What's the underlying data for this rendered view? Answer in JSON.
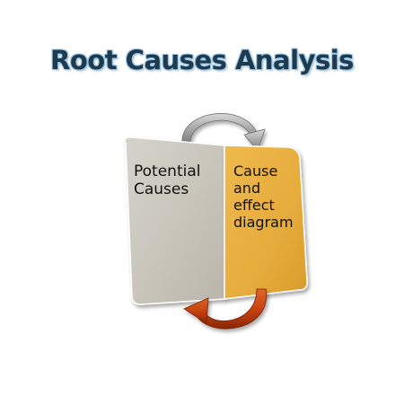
{
  "title": "Root Causes Analysis",
  "panels": {
    "left": {
      "lines": [
        "Potential",
        "Causes"
      ],
      "color": "#c9c5bb"
    },
    "right": {
      "lines": [
        "Cause",
        "and",
        "effect",
        "diagram"
      ],
      "color": "#e6ac3c"
    }
  },
  "arrows": {
    "top": {
      "icon": "curved-arrow-right-icon",
      "color": "#8f8f8f"
    },
    "bottom": {
      "icon": "curved-arrow-left-icon",
      "color": "#c4400c"
    }
  }
}
